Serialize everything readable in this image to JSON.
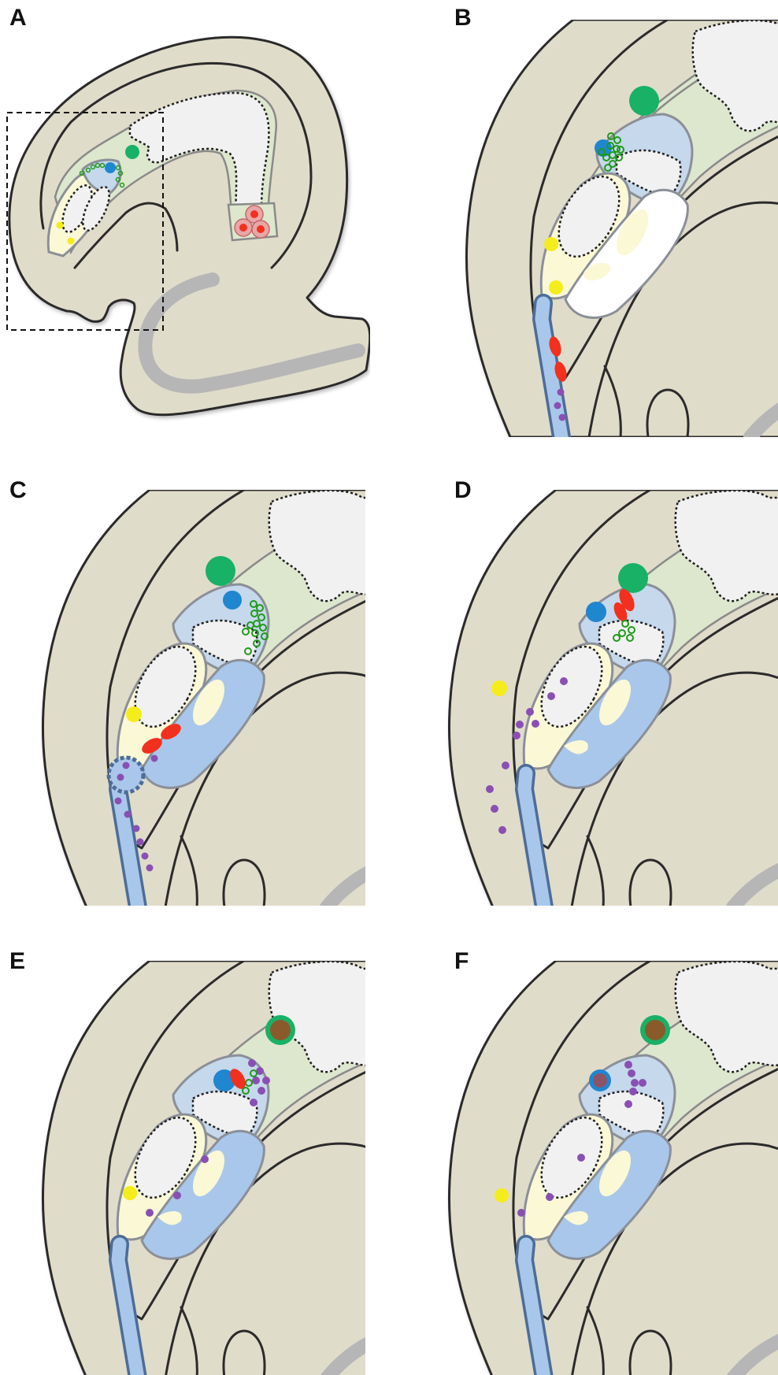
{
  "panels": [
    {
      "id": "A",
      "label": "A"
    },
    {
      "id": "B",
      "label": "B"
    },
    {
      "id": "C",
      "label": "C"
    },
    {
      "id": "D",
      "label": "D"
    },
    {
      "id": "E",
      "label": "E"
    },
    {
      "id": "F",
      "label": "F"
    }
  ],
  "colors": {
    "tissue": "#e0dcca",
    "outline": "#2b2b2b",
    "green_region": "#dde7cd",
    "blue_chamber": "#c5d8ec",
    "vessel_fill": "#a9c7ea",
    "vessel_wall": "#4c6d98",
    "cream": "#fbf8d6",
    "green_cell": "#18b166",
    "blue_cell": "#1f86d0",
    "yellow_cell": "#f5ec1c",
    "red_cell": "#f2301e",
    "purple_cell": "#8a4fb3",
    "green_ring_cell": "#1f9a18",
    "brown_cell": "#8a5a2b",
    "gray_band": "#b6b6b6"
  }
}
